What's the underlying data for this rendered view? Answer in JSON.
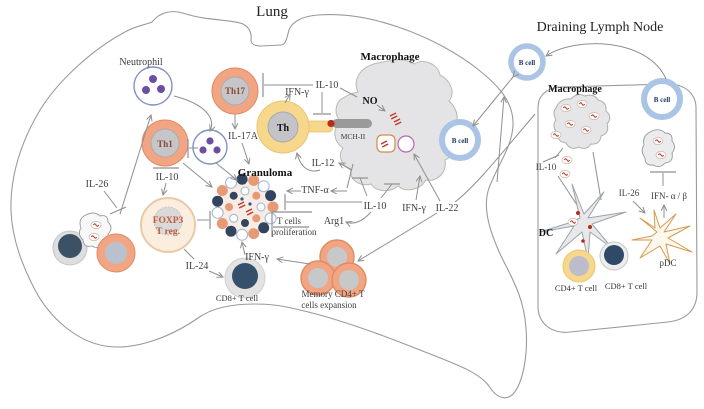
{
  "titles": {
    "lung": "Lung",
    "draining_lymph_node": "Draining Lymph Node"
  },
  "lung": {
    "neutrophil_label": "Neutrophil",
    "th17": "Th17",
    "th1": "Th1",
    "th": "Th",
    "macrophage_label": "Macrophage",
    "no": "NO",
    "mch_ii": "MCH-II",
    "granuloma_label": "Granuloma",
    "foxp3_line1": "FOXP3",
    "foxp3_line2": "T reg.",
    "cd8_label": "CD8+ T cell",
    "b_cell": "B cell",
    "memory_line1": "Memory CD4+ T",
    "memory_line2": "cells expansion",
    "cytokines": {
      "il26": "IL-26",
      "il10_th1": "IL-10",
      "il17a": "IL-17A",
      "ifng_th": "IFN-γ",
      "il10_top": "IL-10",
      "il12": "IL-12",
      "tnfa": "TNF-α",
      "il10_gran": "IL-10",
      "arg1": "Arg1",
      "t_cells": "T cells",
      "proliferation": "proliferation",
      "ifng_mac": "IFN-γ",
      "il22": "IL-22",
      "ifng_cd8": "IFN-γ",
      "il24": "IL-24"
    }
  },
  "junction": {
    "b_cell": "B cell"
  },
  "lymph_node": {
    "macrophage_label": "Macrophage",
    "b_cell": "B cell",
    "il10": "IL-10",
    "dc": "DC",
    "il26": "IL-26",
    "ifn_ab": "IFN- α / β",
    "pdc": "pDC",
    "cd4_label": "CD4+ T cell",
    "cd8_label": "CD8+ T cell"
  },
  "colors": {
    "orange_cell": "#f2a583",
    "yellow_cell": "#f6d78c",
    "b_cell_ring": "#a9c4e4",
    "navy_cell": "#35506b",
    "neutrophil_dot": "#6a4fa3",
    "bacteria": "#c03a2b",
    "line": "#8f8f8f",
    "pdc_stroke": "#d49a50"
  }
}
